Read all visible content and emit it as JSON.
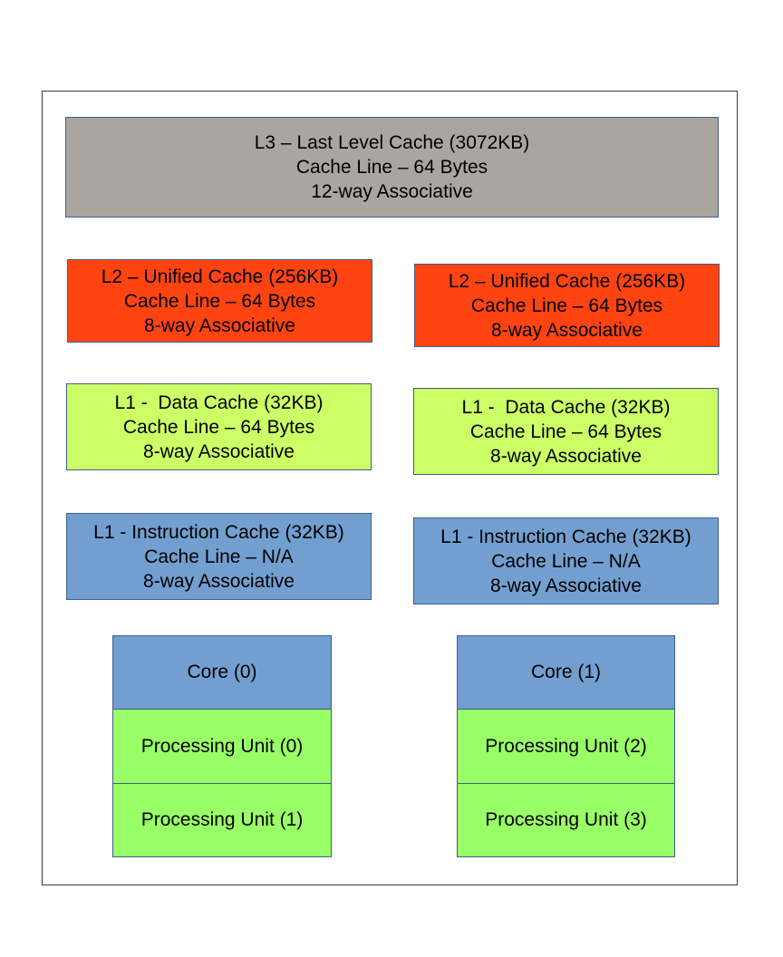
{
  "colors": {
    "l3": "#aba59f",
    "l2": "#ff4412",
    "l1_data": "#ccff66",
    "l1_instruction": "#729fcf",
    "core": "#729fcf",
    "processing_unit": "#99ff66",
    "box_border": "#3e5f8c"
  },
  "l3": {
    "line1": "L3 – Last Level Cache (3072KB)",
    "line2": "Cache Line – 64 Bytes",
    "line3": "12-way Associative"
  },
  "columns": [
    {
      "l2": {
        "line1": "L2 – Unified Cache (256KB)",
        "line2": "Cache Line – 64 Bytes",
        "line3": "8-way Associative"
      },
      "l1_data": {
        "line1": "L1 -  Data Cache (32KB)",
        "line2": "Cache Line – 64 Bytes",
        "line3": "8-way Associative"
      },
      "l1_instruction": {
        "line1": "L1 - Instruction Cache (32KB)",
        "line2": "Cache Line – N/A",
        "line3": "8-way Associative"
      },
      "core": "Core (0)",
      "processing_units": [
        "Processing Unit (0)",
        "Processing Unit (1)"
      ]
    },
    {
      "l2": {
        "line1": "L2 – Unified Cache (256KB)",
        "line2": "Cache Line – 64 Bytes",
        "line3": "8-way Associative"
      },
      "l1_data": {
        "line1": "L1 -  Data Cache (32KB)",
        "line2": "Cache Line – 64 Bytes",
        "line3": "8-way Associative"
      },
      "l1_instruction": {
        "line1": "L1 - Instruction Cache (32KB)",
        "line2": "Cache Line – N/A",
        "line3": "8-way Associative"
      },
      "core": "Core (1)",
      "processing_units": [
        "Processing Unit (2)",
        "Processing Unit (3)"
      ]
    }
  ]
}
